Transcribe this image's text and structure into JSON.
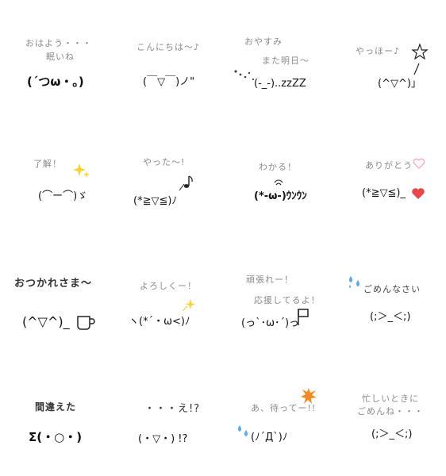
{
  "stickers": [
    {
      "label": "おはよう・・・",
      "label2": "眠いね",
      "face": "(´つω・｡)"
    },
    {
      "label": "こんにちは～♪",
      "face": "(￣▽￣)ノ\""
    },
    {
      "label": "おやすみ",
      "label2": "また明日～",
      "face": "(-_-)..zzZZ"
    },
    {
      "label": "やっほー♪",
      "face": "(^▽^)」"
    },
    {
      "label": "了解！",
      "face": "(⌒ー⌒)ゞ"
    },
    {
      "label": "やった～!",
      "face": "(*≧▽≦)ﾉ"
    },
    {
      "label": "わかる！",
      "face": "(*-ω-)ｳﾝｳﾝ"
    },
    {
      "label": "ありがとう",
      "face": "(*≧▽≦)_"
    },
    {
      "label": "おつかれさま～",
      "face": "(^▽^)_"
    },
    {
      "label": "よろしくー！",
      "face": "ヽ(*´・ω<)ﾉ"
    },
    {
      "label": "頑張れー！",
      "label2": "応援してるよ！",
      "face": "(っ`･ω･´)っ"
    },
    {
      "label": "ごめんなさい",
      "face": "(;＞_＜;)"
    },
    {
      "label": "間違えた",
      "face": "Σ(・○・)"
    },
    {
      "label": "・・・え!?",
      "face": "(・▽・) !?"
    },
    {
      "label": "あ、待ってー!!",
      "face": "(ﾉ´Д`)ﾉ"
    },
    {
      "label": "忙しいときに",
      "label2": "ごめんね・・・",
      "face": "(;＞_＜;)"
    }
  ],
  "colors": {
    "label_gray": "#8a8a8a",
    "heart": "#e5484d",
    "sparkle": "#f5d33a",
    "drop": "#5aa9e6",
    "burst": "#f08a24"
  }
}
